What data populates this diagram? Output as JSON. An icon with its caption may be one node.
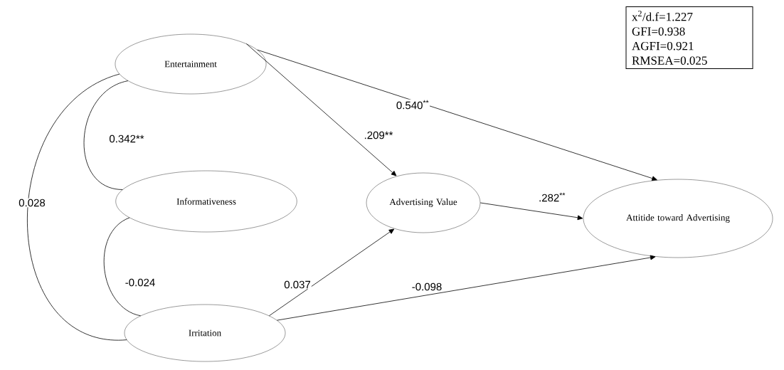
{
  "diagram": {
    "nodes": [
      {
        "text": [
          "Entertainment"
        ]
      },
      {
        "text": [
          "Informativeness"
        ]
      },
      {
        "text": [
          "Irritation"
        ]
      },
      {
        "text": [
          "Advertising Value"
        ]
      },
      {
        "text": [
          "Attitide toward Advertising"
        ]
      },
      {
        "text": [
          "x$^{2}$/d.f=1.227",
          "GFI=0.938",
          "AGFI=0.921",
          "RMSEA=0.025"
        ]
      }
    ],
    "edges": [
      {
        "from": 0,
        "to": 1,
        "arrow": "none",
        "label": "0.342**"
      },
      {
        "from": 1,
        "to": 2,
        "arrow": "none",
        "label": "-0.024"
      },
      {
        "from": 0,
        "to": 2,
        "arrow": "none",
        "label": "0.028"
      },
      {
        "from": 0,
        "to": 3,
        "arrow": "to",
        "label": ".209**"
      },
      {
        "from": 0,
        "to": 4,
        "arrow": "to",
        "label": "0.540$^{**}$"
      },
      {
        "from": 3,
        "to": 4,
        "arrow": "to",
        "label": ".282$^{**}$"
      },
      {
        "from": 2,
        "to": 3,
        "arrow": "to",
        "label": "0.037"
      },
      {
        "from": 2,
        "to": 4,
        "arrow": "to",
        "label": "-0.098"
      }
    ]
  }
}
